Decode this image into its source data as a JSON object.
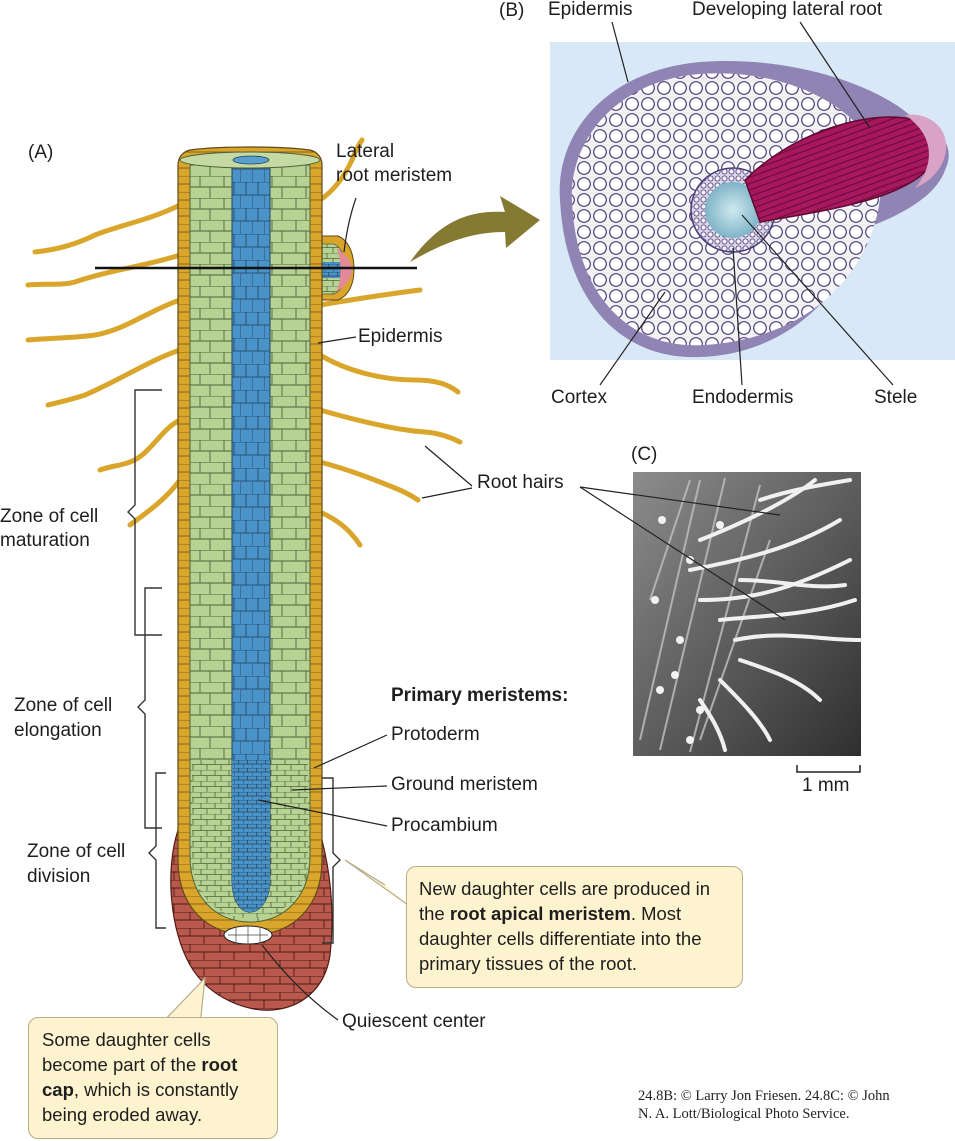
{
  "panels": {
    "a": "(A)",
    "b": "(B)",
    "c": "(C)"
  },
  "labels": {
    "lateral_root_meristem_1": "Lateral",
    "lateral_root_meristem_2": "root meristem",
    "epidermis_a": "Epidermis",
    "zone_maturation_1": "Zone of cell",
    "zone_maturation_2": "maturation",
    "zone_elongation_1": "Zone of cell",
    "zone_elongation_2": "elongation",
    "zone_division_1": "Zone of cell",
    "zone_division_2": "division",
    "root_hairs": "Root hairs",
    "primary_meristems": "Primary meristems:",
    "protoderm": "Protoderm",
    "ground_meristem": "Ground meristem",
    "procambium": "Procambium",
    "quiescent_center": "Quiescent center",
    "epidermis_b": "Epidermis",
    "developing_lateral_root": "Developing lateral root",
    "cortex": "Cortex",
    "endodermis": "Endodermis",
    "stele": "Stele",
    "scale_bar": "1 mm"
  },
  "callouts": {
    "apical": {
      "pre": "New daughter cells are produced in the ",
      "bold": "root apical meristem",
      "post": ". Most daughter cells differentiate into the primary tissues of the root."
    },
    "cap": {
      "pre": "Some daughter cells become part of the ",
      "bold": "root cap",
      "post": ", which is constantly being eroded away."
    }
  },
  "credit": {
    "line1": "24.8B: © Larry Jon Friesen. 24.8C: © John",
    "line2": "N. A. Lott/Biological Photo Service."
  },
  "colors": {
    "epidermis": "#d9a62b",
    "cortex": "#b7d393",
    "stele": "#4a93c8",
    "root_cap": "#b9584c",
    "lateral_root_tissue": "#a8185e",
    "arrow": "#857a32",
    "callout_fill": "#fdf3cf",
    "section_background": "#d8e8f6"
  },
  "icons": {
    "arrow": "curved-arrow-icon"
  }
}
